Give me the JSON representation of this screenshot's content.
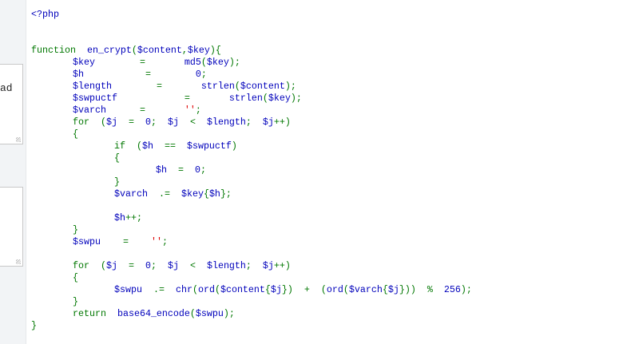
{
  "sidebar": {
    "panel1_text": "ad"
  },
  "code": {
    "lines": [
      {
        "indent": 0,
        "tokens": [
          {
            "t": "<?php",
            "c": "b"
          }
        ]
      },
      {
        "indent": 0,
        "tokens": []
      },
      {
        "indent": 0,
        "tokens": []
      },
      {
        "indent": 0,
        "tokens": [
          {
            "t": "function  ",
            "c": "g"
          },
          {
            "t": "en_crypt",
            "c": "b"
          },
          {
            "t": "(",
            "c": "g"
          },
          {
            "t": "$content",
            "c": "b"
          },
          {
            "t": ",",
            "c": "g"
          },
          {
            "t": "$key",
            "c": "b"
          },
          {
            "t": "){",
            "c": "g"
          }
        ]
      },
      {
        "indent": 1,
        "tokens": [
          {
            "t": "$key        ",
            "c": "b"
          },
          {
            "t": "=",
            "c": "g"
          },
          {
            "t": "       md5",
            "c": "b"
          },
          {
            "t": "(",
            "c": "g"
          },
          {
            "t": "$key",
            "c": "b"
          },
          {
            "t": ");",
            "c": "g"
          }
        ]
      },
      {
        "indent": 1,
        "tokens": [
          {
            "t": "$h           ",
            "c": "b"
          },
          {
            "t": "=",
            "c": "g"
          },
          {
            "t": "        0",
            "c": "b"
          },
          {
            "t": ";",
            "c": "g"
          }
        ]
      },
      {
        "indent": 1,
        "tokens": [
          {
            "t": "$length        ",
            "c": "b"
          },
          {
            "t": "=",
            "c": "g"
          },
          {
            "t": "       strlen",
            "c": "b"
          },
          {
            "t": "(",
            "c": "g"
          },
          {
            "t": "$content",
            "c": "b"
          },
          {
            "t": ");",
            "c": "g"
          }
        ]
      },
      {
        "indent": 1,
        "tokens": [
          {
            "t": "$swpuctf            ",
            "c": "b"
          },
          {
            "t": "=",
            "c": "g"
          },
          {
            "t": "       strlen",
            "c": "b"
          },
          {
            "t": "(",
            "c": "g"
          },
          {
            "t": "$key",
            "c": "b"
          },
          {
            "t": ");",
            "c": "g"
          }
        ]
      },
      {
        "indent": 1,
        "tokens": [
          {
            "t": "$varch      ",
            "c": "b"
          },
          {
            "t": "=       ",
            "c": "g"
          },
          {
            "t": "''",
            "c": "r"
          },
          {
            "t": ";",
            "c": "g"
          }
        ]
      },
      {
        "indent": 1,
        "tokens": [
          {
            "t": "for  (",
            "c": "g"
          },
          {
            "t": "$j  ",
            "c": "b"
          },
          {
            "t": "=  ",
            "c": "g"
          },
          {
            "t": "0",
            "c": "b"
          },
          {
            "t": ";  ",
            "c": "g"
          },
          {
            "t": "$j  ",
            "c": "b"
          },
          {
            "t": "<  ",
            "c": "g"
          },
          {
            "t": "$length",
            "c": "b"
          },
          {
            "t": ";  ",
            "c": "g"
          },
          {
            "t": "$j",
            "c": "b"
          },
          {
            "t": "++)",
            "c": "g"
          }
        ]
      },
      {
        "indent": 1,
        "tokens": [
          {
            "t": "{",
            "c": "g"
          }
        ]
      },
      {
        "indent": 2,
        "tokens": [
          {
            "t": "if  (",
            "c": "g"
          },
          {
            "t": "$h  ",
            "c": "b"
          },
          {
            "t": "==  ",
            "c": "g"
          },
          {
            "t": "$swpuctf",
            "c": "b"
          },
          {
            "t": ")",
            "c": "g"
          }
        ]
      },
      {
        "indent": 2,
        "tokens": [
          {
            "t": "{",
            "c": "g"
          }
        ]
      },
      {
        "indent": 3,
        "tokens": [
          {
            "t": "$h  ",
            "c": "b"
          },
          {
            "t": "=  ",
            "c": "g"
          },
          {
            "t": "0",
            "c": "b"
          },
          {
            "t": ";",
            "c": "g"
          }
        ]
      },
      {
        "indent": 2,
        "tokens": [
          {
            "t": "}",
            "c": "g"
          }
        ]
      },
      {
        "indent": 2,
        "tokens": [
          {
            "t": "$varch  ",
            "c": "b"
          },
          {
            "t": ".=  ",
            "c": "g"
          },
          {
            "t": "$key",
            "c": "b"
          },
          {
            "t": "{",
            "c": "g"
          },
          {
            "t": "$h",
            "c": "b"
          },
          {
            "t": "};",
            "c": "g"
          }
        ]
      },
      {
        "indent": 2,
        "tokens": []
      },
      {
        "indent": 2,
        "tokens": [
          {
            "t": "$h",
            "c": "b"
          },
          {
            "t": "++;",
            "c": "g"
          }
        ]
      },
      {
        "indent": 1,
        "tokens": [
          {
            "t": "}",
            "c": "g"
          }
        ]
      },
      {
        "indent": 1,
        "tokens": [
          {
            "t": "$swpu    ",
            "c": "b"
          },
          {
            "t": "=    ",
            "c": "g"
          },
          {
            "t": "''",
            "c": "r"
          },
          {
            "t": ";",
            "c": "g"
          }
        ]
      },
      {
        "indent": 1,
        "tokens": []
      },
      {
        "indent": 1,
        "tokens": [
          {
            "t": "for  (",
            "c": "g"
          },
          {
            "t": "$j  ",
            "c": "b"
          },
          {
            "t": "=  ",
            "c": "g"
          },
          {
            "t": "0",
            "c": "b"
          },
          {
            "t": ";  ",
            "c": "g"
          },
          {
            "t": "$j  ",
            "c": "b"
          },
          {
            "t": "<  ",
            "c": "g"
          },
          {
            "t": "$length",
            "c": "b"
          },
          {
            "t": ";  ",
            "c": "g"
          },
          {
            "t": "$j",
            "c": "b"
          },
          {
            "t": "++)",
            "c": "g"
          }
        ]
      },
      {
        "indent": 1,
        "tokens": [
          {
            "t": "{",
            "c": "g"
          }
        ]
      },
      {
        "indent": 2,
        "tokens": [
          {
            "t": "$swpu  ",
            "c": "b"
          },
          {
            "t": ".=  ",
            "c": "g"
          },
          {
            "t": "chr",
            "c": "b"
          },
          {
            "t": "(",
            "c": "g"
          },
          {
            "t": "ord",
            "c": "b"
          },
          {
            "t": "(",
            "c": "g"
          },
          {
            "t": "$content",
            "c": "b"
          },
          {
            "t": "{",
            "c": "g"
          },
          {
            "t": "$j",
            "c": "b"
          },
          {
            "t": "})  +  (",
            "c": "g"
          },
          {
            "t": "ord",
            "c": "b"
          },
          {
            "t": "(",
            "c": "g"
          },
          {
            "t": "$varch",
            "c": "b"
          },
          {
            "t": "{",
            "c": "g"
          },
          {
            "t": "$j",
            "c": "b"
          },
          {
            "t": "}))  %  ",
            "c": "g"
          },
          {
            "t": "256",
            "c": "b"
          },
          {
            "t": ");",
            "c": "g"
          }
        ]
      },
      {
        "indent": 1,
        "tokens": [
          {
            "t": "}",
            "c": "g"
          }
        ]
      },
      {
        "indent": 1,
        "tokens": [
          {
            "t": "return  ",
            "c": "g"
          },
          {
            "t": "base64_encode",
            "c": "b"
          },
          {
            "t": "(",
            "c": "g"
          },
          {
            "t": "$swpu",
            "c": "b"
          },
          {
            "t": ");",
            "c": "g"
          }
        ]
      },
      {
        "indent": 0,
        "tokens": [
          {
            "t": "}",
            "c": "g"
          }
        ]
      }
    ]
  }
}
